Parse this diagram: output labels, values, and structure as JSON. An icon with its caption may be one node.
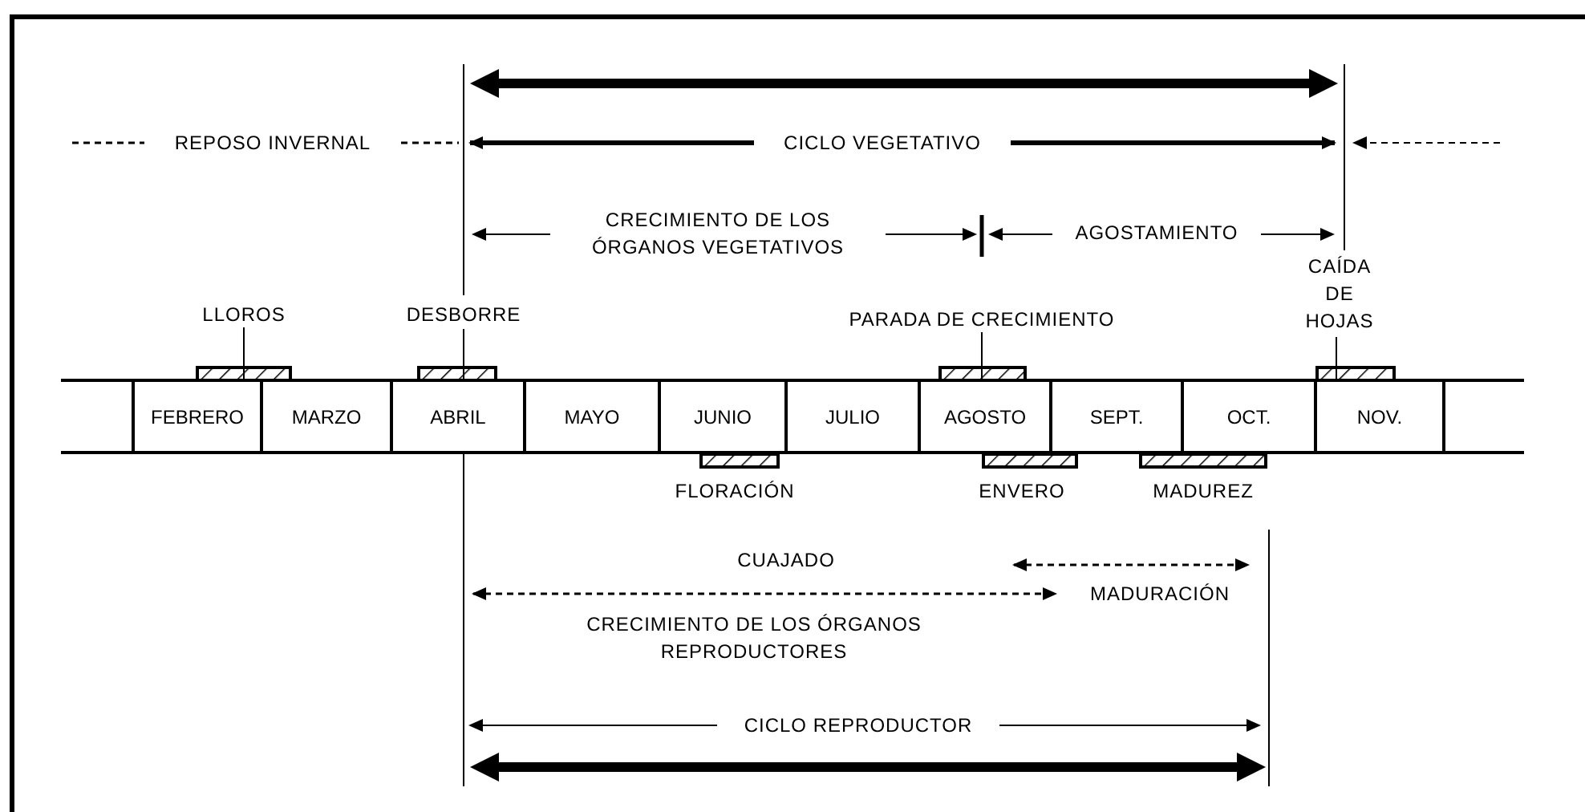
{
  "diagram": {
    "nodes": [
      {
        "text": [],
        "shape": "box"
      },
      {
        "text": [
          "FEBRERO"
        ]
      },
      {
        "text": [
          "MARZO"
        ]
      },
      {
        "text": [
          "ABRIL"
        ]
      },
      {
        "text": [
          "MAYO"
        ]
      },
      {
        "text": [
          "JUNIO"
        ]
      },
      {
        "text": [
          "JULIO"
        ]
      },
      {
        "text": [
          "AGOSTO"
        ]
      },
      {
        "text": [
          "SEPT."
        ]
      },
      {
        "text": [
          "OCT."
        ]
      },
      {
        "text": [
          "NOV."
        ]
      },
      {
        "text": [],
        "shape": "box"
      },
      {
        "text": [],
        "shape": "bar",
        "beside": [
          "LLOROS"
        ]
      },
      {
        "text": [],
        "shape": "bar",
        "beside": [
          "DESBORRE"
        ]
      },
      {
        "text": [],
        "shape": "bar",
        "beside": [
          "PARADA DE CRECIMIENTO"
        ]
      },
      {
        "text": [],
        "shape": "bar",
        "beside": [
          "CAÍDA DE HOJAS"
        ]
      },
      {
        "text": [],
        "shape": "bar",
        "beside": [
          "FLORACIÓN"
        ]
      },
      {
        "text": [],
        "shape": "bar",
        "beside": [
          "ENVERO"
        ]
      },
      {
        "text": [],
        "shape": "bar",
        "beside": [
          "MADUREZ"
        ]
      }
    ],
    "labels": [
      "REPOSO INVERNAL",
      "CICLO VEGETATIVO",
      "CRECIMIENTO DE LOS ÓRGANOS VEGETATIVOS",
      "AGOSTAMIENTO",
      "CUAJADO",
      "MADURACIÓN",
      "CRECIMIENTO DE LOS ÓRGANOS REPRODUCTORES",
      "CICLO REPRODUCTOR"
    ]
  }
}
